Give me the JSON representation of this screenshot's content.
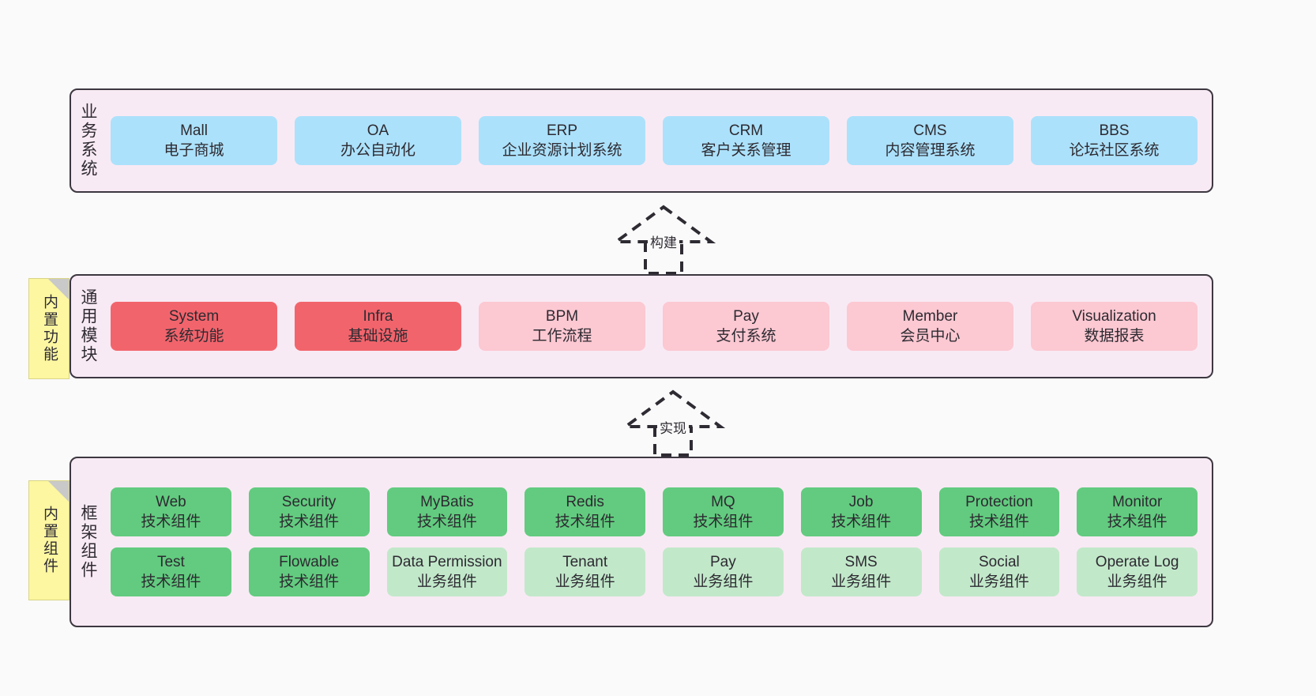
{
  "diagram": {
    "title": "",
    "colors": {
      "canvas_bg": "#fafafa",
      "layer_bg": "#f8eaf4",
      "layer_border": "#3c3740",
      "business_node": "#ace1fb",
      "module_core": "#f2646c",
      "module_optional": "#fcc8d2",
      "framework_tech": "#62cb7f",
      "framework_business": "#c2e8ca",
      "note_bg": "#fcf7a0",
      "note_fold": "#c9c9c9"
    }
  },
  "layers": {
    "business": {
      "label": "业务系统",
      "nodes": [
        {
          "en": "Mall",
          "cn": "电子商城"
        },
        {
          "en": "OA",
          "cn": "办公自动化"
        },
        {
          "en": "ERP",
          "cn": "企业资源计划系统"
        },
        {
          "en": "CRM",
          "cn": "客户关系管理"
        },
        {
          "en": "CMS",
          "cn": "内容管理系统"
        },
        {
          "en": "BBS",
          "cn": "论坛社区系统"
        }
      ]
    },
    "modules": {
      "label": "通用模块",
      "note": "内置功能",
      "nodes": [
        {
          "en": "System",
          "cn": "系统功能",
          "style": "core"
        },
        {
          "en": "Infra",
          "cn": "基础设施",
          "style": "core"
        },
        {
          "en": "BPM",
          "cn": "工作流程",
          "style": "optional"
        },
        {
          "en": "Pay",
          "cn": "支付系统",
          "style": "optional"
        },
        {
          "en": "Member",
          "cn": "会员中心",
          "style": "optional"
        },
        {
          "en": "Visualization",
          "cn": "数据报表",
          "style": "optional"
        }
      ]
    },
    "framework": {
      "label": "框架组件",
      "note": "内置组件",
      "row1": [
        {
          "en": "Web",
          "cn": "技术组件",
          "style": "tech"
        },
        {
          "en": "Security",
          "cn": "技术组件",
          "style": "tech"
        },
        {
          "en": "MyBatis",
          "cn": "技术组件",
          "style": "tech"
        },
        {
          "en": "Redis",
          "cn": "技术组件",
          "style": "tech"
        },
        {
          "en": "MQ",
          "cn": "技术组件",
          "style": "tech"
        },
        {
          "en": "Job",
          "cn": "技术组件",
          "style": "tech"
        },
        {
          "en": "Protection",
          "cn": "技术组件",
          "style": "tech"
        },
        {
          "en": "Monitor",
          "cn": "技术组件",
          "style": "tech"
        }
      ],
      "row2": [
        {
          "en": "Test",
          "cn": "技术组件",
          "style": "tech"
        },
        {
          "en": "Flowable",
          "cn": "技术组件",
          "style": "tech"
        },
        {
          "en": "Data Permission",
          "cn": "业务组件",
          "style": "business"
        },
        {
          "en": "Tenant",
          "cn": "业务组件",
          "style": "business"
        },
        {
          "en": "Pay",
          "cn": "业务组件",
          "style": "business"
        },
        {
          "en": "SMS",
          "cn": "业务组件",
          "style": "business"
        },
        {
          "en": "Social",
          "cn": "业务组件",
          "style": "business"
        },
        {
          "en": "Operate Log",
          "cn": "业务组件",
          "style": "business"
        }
      ]
    }
  },
  "connectors": [
    {
      "label": "构建",
      "from": "通用模块",
      "to": "业务系统"
    },
    {
      "label": "实现",
      "from": "框架组件",
      "to": "通用模块"
    }
  ]
}
